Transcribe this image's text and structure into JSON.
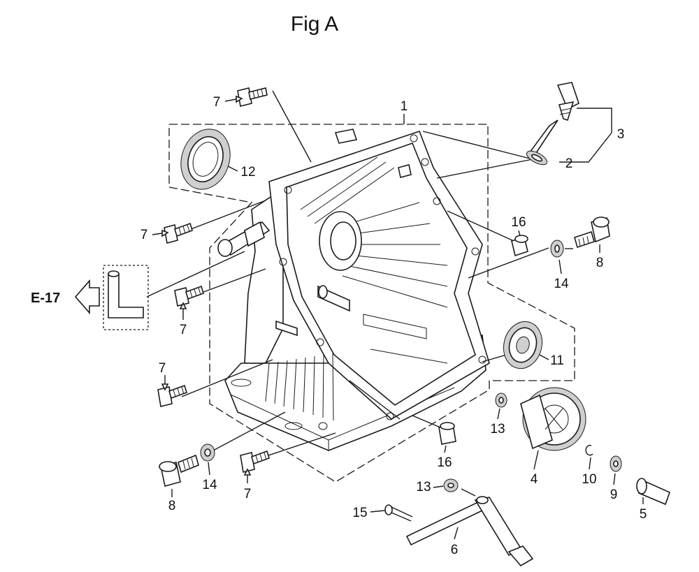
{
  "figure": {
    "title": "Fig A",
    "ref_link": "E-17"
  },
  "callouts": [
    {
      "id": "c1",
      "label": "1"
    },
    {
      "id": "c2",
      "label": "2"
    },
    {
      "id": "c3",
      "label": "3"
    },
    {
      "id": "c4",
      "label": "4"
    },
    {
      "id": "c5",
      "label": "5"
    },
    {
      "id": "c6",
      "label": "6"
    },
    {
      "id": "c7a",
      "label": "7"
    },
    {
      "id": "c7b",
      "label": "7"
    },
    {
      "id": "c7c",
      "label": "7"
    },
    {
      "id": "c7d",
      "label": "7"
    },
    {
      "id": "c7e",
      "label": "7"
    },
    {
      "id": "c8a",
      "label": "8"
    },
    {
      "id": "c8b",
      "label": "8"
    },
    {
      "id": "c9",
      "label": "9"
    },
    {
      "id": "c10",
      "label": "10"
    },
    {
      "id": "c11",
      "label": "11"
    },
    {
      "id": "c12",
      "label": "12"
    },
    {
      "id": "c13a",
      "label": "13"
    },
    {
      "id": "c13b",
      "label": "13"
    },
    {
      "id": "c14a",
      "label": "14"
    },
    {
      "id": "c14b",
      "label": "14"
    },
    {
      "id": "c15",
      "label": "15"
    },
    {
      "id": "c16a",
      "label": "16"
    },
    {
      "id": "c16b",
      "label": "16"
    }
  ]
}
